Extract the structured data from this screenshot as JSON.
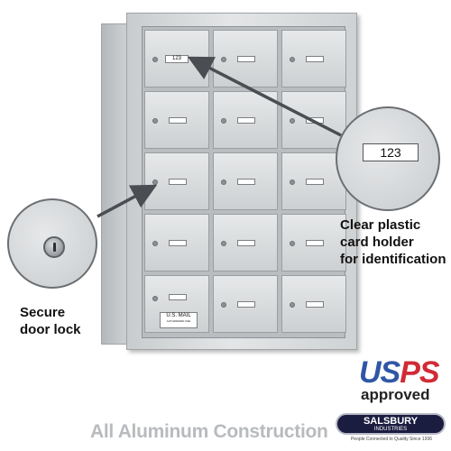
{
  "mailbox": {
    "rows": [
      [
        {
          "card": "123"
        },
        {
          "card": ""
        },
        {
          "card": ""
        }
      ],
      [
        {
          "card": ""
        },
        {
          "card": ""
        },
        {
          "card": ""
        }
      ],
      [
        {
          "card": ""
        },
        {
          "card": ""
        },
        {
          "card": ""
        }
      ],
      [
        {
          "card": ""
        },
        {
          "card": ""
        },
        {
          "card": ""
        }
      ],
      [
        {
          "card": ""
        },
        {
          "card": ""
        },
        {
          "card": ""
        }
      ]
    ],
    "us_mail_plate": {
      "line1": "U.S. MAIL",
      "line2": "AUTHORIZED USE"
    }
  },
  "callouts": {
    "card_holder": {
      "card_text": "123",
      "caption_lines": [
        "Clear plastic",
        "card holder",
        "for identification"
      ]
    },
    "lock": {
      "caption_lines": [
        "Secure",
        "door lock"
      ]
    }
  },
  "badges": {
    "usps": {
      "letters_blue": "US",
      "letters_red": "PS",
      "subtitle": "approved"
    },
    "brand": {
      "name": "SALSBURY",
      "sub": "INDUSTRIES",
      "tagline": "People Connected to Quality Since 1936"
    }
  },
  "footer": {
    "text": "All Aluminum Construction"
  },
  "colors": {
    "usps_blue": "#2f57a5",
    "usps_red": "#d12b35",
    "brand_bg": "#1a1c40",
    "footer_gray": "#b8bbbe"
  }
}
